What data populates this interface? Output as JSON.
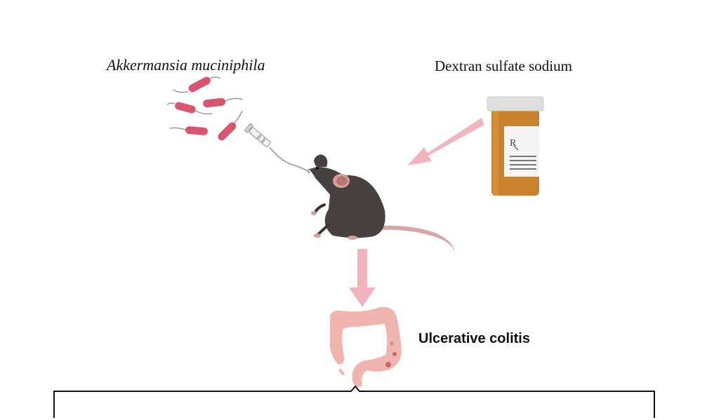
{
  "labels": {
    "bacteria": "Akkermansia muciniphila",
    "drug": "Dextran sulfate sodium",
    "disease": "Ulcerative colitis"
  },
  "bottle": {
    "rx_symbol": "R"
  },
  "colors": {
    "bacteria": "#d9546d",
    "arrow": "#f2b5bd",
    "mouse": "#474240",
    "ear": "#d79e98",
    "colon": "#efb5ae",
    "colon_lesion": "#c96a6d",
    "bottle": "#c9812e",
    "cap": "#dedede"
  },
  "icons": [
    "bacteria-icon",
    "syringe-icon",
    "pill-bottle-icon",
    "mouse-icon",
    "colon-icon"
  ]
}
